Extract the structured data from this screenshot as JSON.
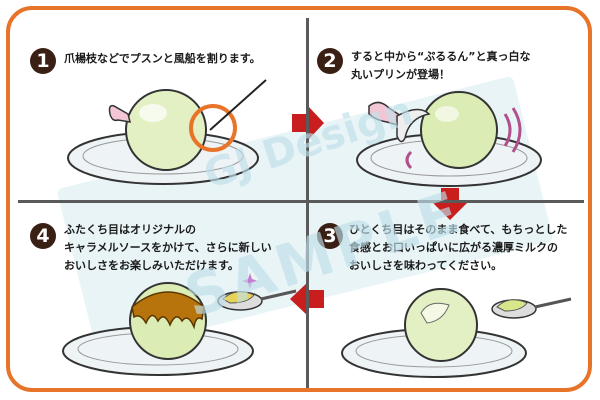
{
  "steps": [
    {
      "number": "1",
      "text": "爪楊枝などでプスンと風船を割ります。"
    },
    {
      "number": "2",
      "text": "すると中から“ぷるるん”と真っ白な\n丸いプリンが登場！"
    },
    {
      "number": "3",
      "text": "ひとくち目はそのまま食べて、もちっとした\n食感とお口いっぱいに広がる濃厚ミルクの\nおいしさを味わってください。"
    },
    {
      "number": "4",
      "text": "ふたくち目はオリジナルの\nキャラメルソースをかけて、さらに新しい\nおいしさをお楽しみいただけます。"
    }
  ],
  "watermark": {
    "line1": "GJ Design",
    "line2": "SAMPLE"
  },
  "colors": {
    "border": "#e8742a",
    "arrow": "#c81e1e",
    "number_bg": "#3a1f14",
    "pudding": "#d9ecb0",
    "caramel": "#b8740c"
  }
}
